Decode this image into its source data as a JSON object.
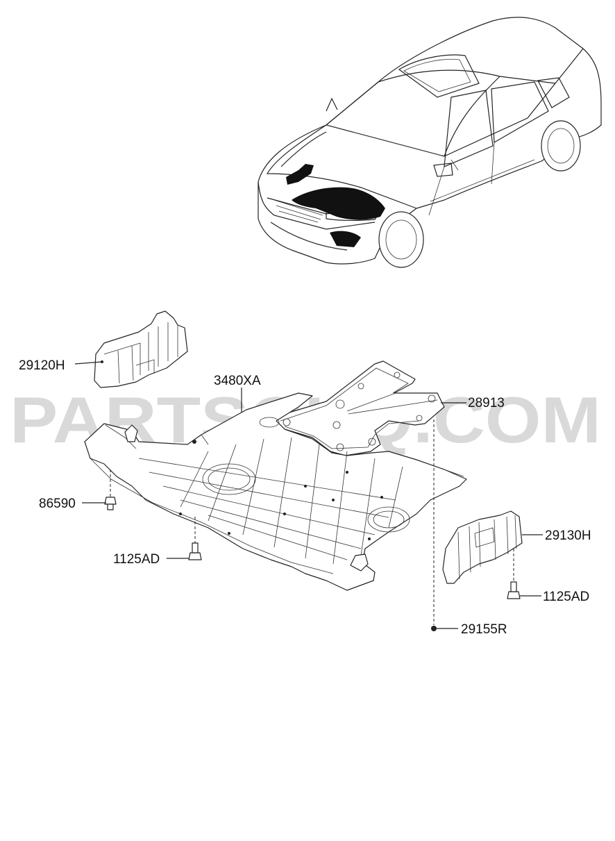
{
  "watermark": "PARTSOUQ.COM",
  "labels": {
    "p29120H": "29120H",
    "p3480XA": "3480XA",
    "p28913": "28913",
    "p86590": "86590",
    "p1125AD_left": "1125AD",
    "p29130H": "29130H",
    "p1125AD_right": "1125AD",
    "p29155R": "29155R"
  }
}
